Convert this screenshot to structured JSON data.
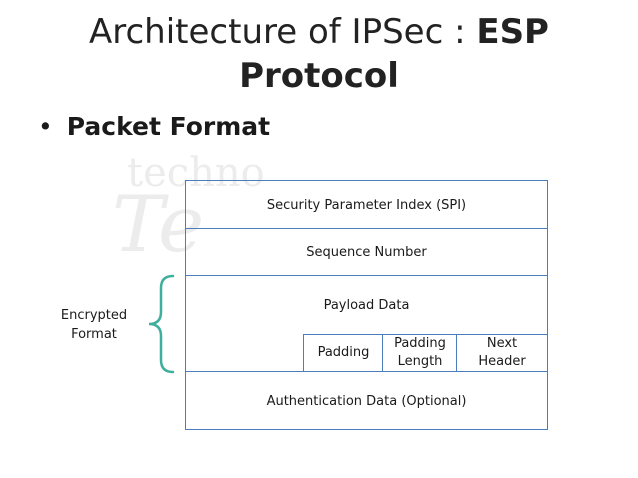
{
  "title": {
    "line1_light": "Architecture of IPSec : ",
    "line1_bold": "ESP",
    "line2_bold": "Protocol"
  },
  "bullet": {
    "marker": "•",
    "text": "Packet Format"
  },
  "watermark": {
    "top": "techno",
    "main": "Te"
  },
  "packet": {
    "spi": "Security Parameter Index (SPI)",
    "sequence": "Sequence Number",
    "payload": "Payload Data",
    "padding": "Padding",
    "padding_length_1": "Padding",
    "padding_length_2": "Length",
    "next_header_1": "Next",
    "next_header_2": "Header",
    "auth": "Authentication Data (Optional)"
  },
  "encrypted_label": {
    "line1": "Encrypted",
    "line2": "Format"
  },
  "colors": {
    "border": "#4a7ebb",
    "brace": "#3fae9c",
    "watermark": "#ececec"
  }
}
